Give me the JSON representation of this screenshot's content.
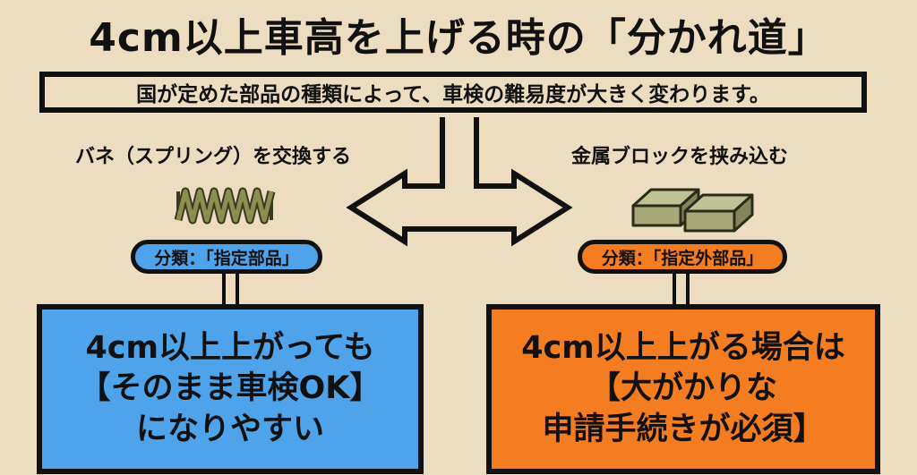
{
  "title": "4cm以上車高を上げる時の「分かれ道」",
  "subtitle": "国が定めた部品の種類によって、車検の難易度が大きく変わります。",
  "colors": {
    "background": "#ecdcc0",
    "left_accent": "#4ea3ea",
    "right_accent": "#f47c21",
    "spring": "#8d8d4f",
    "block": "#a6a877"
  },
  "left": {
    "caption": "バネ（スプリング）を交換する",
    "icon": "coil-spring-icon",
    "category": "分類：「指定部品」",
    "result_lines": [
      "4cm以上上がっても",
      "【そのまま車検OK】",
      "になりやすい"
    ]
  },
  "right": {
    "caption": "金属ブロックを挟み込む",
    "icon": "metal-blocks-icon",
    "category": "分類：「指定外部品」",
    "result_lines": [
      "4cm以上上がる場合は",
      "【大がかりな",
      "申請手続きが必須】"
    ]
  }
}
